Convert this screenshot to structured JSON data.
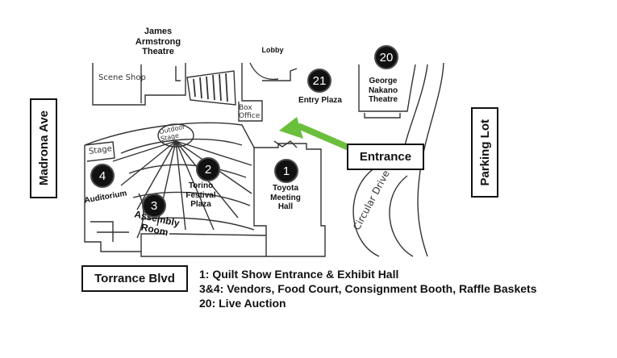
{
  "map": {
    "buildings": {
      "james_armstrong": "James Armstrong Theatre",
      "lobby": "Lobby",
      "george_nakano": "George Nakano Theatre",
      "entry_plaza": "Entry Plaza",
      "toyota_hall": "Toyota Meeting Hall",
      "torino_plaza": "Torino Festival Plaza",
      "auditorium": "Auditorium",
      "assembly_room": "Assembly Room"
    },
    "sketch_labels": {
      "scene_shop": "Scene Shop",
      "box_office": "Box Office",
      "outdoor_stage": "Outdoor Stage",
      "stage": "Stage",
      "circular_drive": "Circular Drive"
    },
    "markers": [
      "21",
      "20",
      "1",
      "2",
      "3",
      "4"
    ],
    "boundaries": {
      "west": "Madrona Ave",
      "east": "Parking Lot",
      "south": "Torrance Blvd",
      "entrance": "Entrance"
    },
    "legend": [
      "1: Quilt Show Entrance & Exhibit Hall",
      "3&4: Vendors, Food Court, Consignment Booth, Raffle Baskets",
      "20: Live Auction"
    ],
    "colors": {
      "arrow": "#6abf3c",
      "marker": "#111111",
      "line": "#333333"
    }
  }
}
